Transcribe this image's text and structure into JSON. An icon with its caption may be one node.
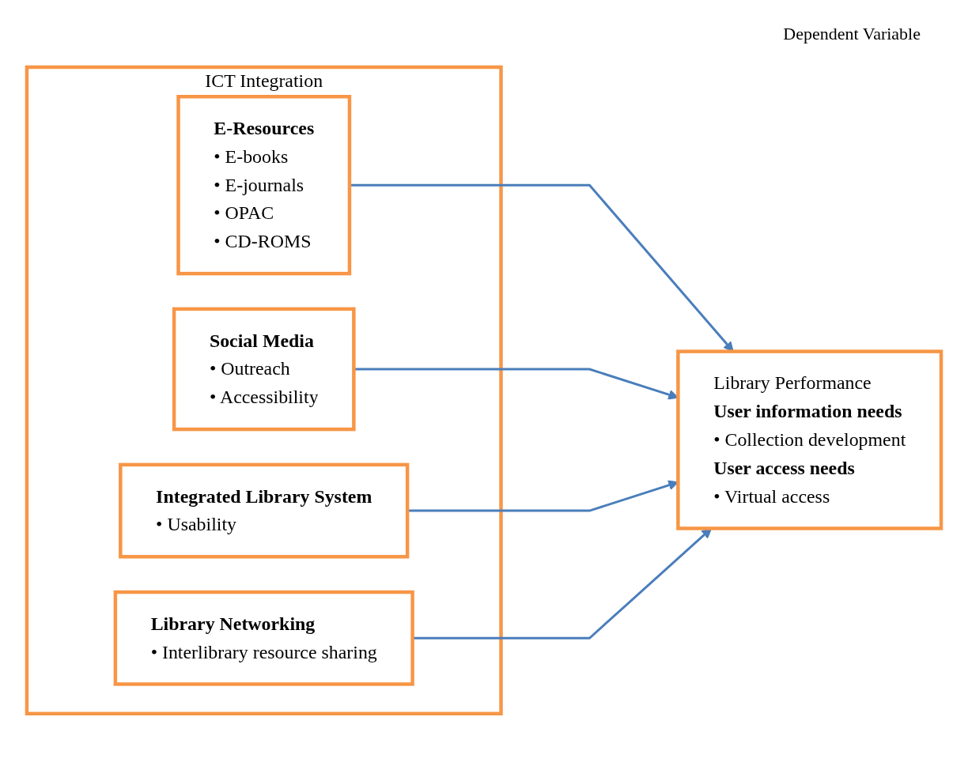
{
  "diagram": {
    "nodes": [
      {
        "text": [
          "ICT Integration"
        ]
      },
      {
        "text": [
          "E-Resources",
          "• E-books",
          "• E-journals",
          "• OPAC",
          "• CD-ROMS"
        ],
        "in": 0
      },
      {
        "text": [
          "Social Media",
          "• Outreach",
          "• Accessibility"
        ],
        "in": 0
      },
      {
        "text": [
          "Integrated Library System",
          "• Usability"
        ],
        "in": 0
      },
      {
        "text": [
          "Library Networking",
          "• Interlibrary resource sharing"
        ],
        "in": 0
      },
      {
        "text": [
          "Library Performance",
          "User information needs",
          "• Collection development",
          "User access needs",
          "• Virtual access"
        ]
      }
    ],
    "edges": [
      {
        "from": 1,
        "to": 5,
        "arrow": "to"
      },
      {
        "from": 2,
        "to": 5,
        "arrow": "to"
      },
      {
        "from": 3,
        "to": 5,
        "arrow": "to"
      },
      {
        "from": 4,
        "to": 5,
        "arrow": "to"
      }
    ],
    "labels": [
      "Dependent Variable"
    ]
  }
}
